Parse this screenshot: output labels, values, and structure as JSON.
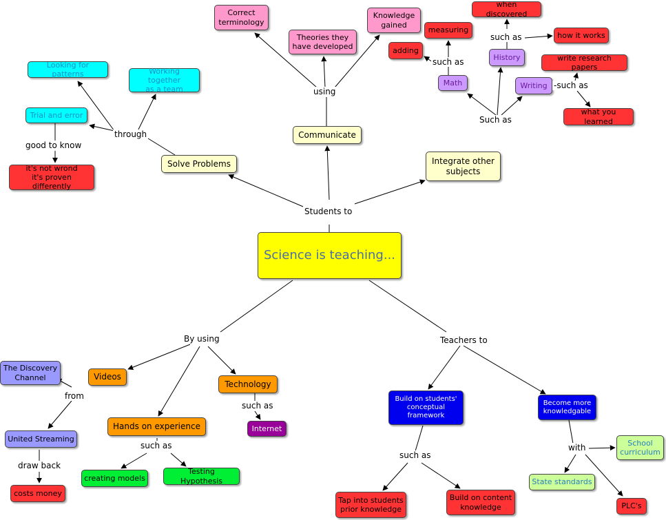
{
  "colors": {
    "center": "#ffff00",
    "center_text": "#4a6fa5",
    "branch": "#ffffcc",
    "cyan": "#00ffff",
    "cyan_text": "#1a8fc9",
    "red": "#ff3333",
    "pink": "#ff99cc",
    "lavender": "#cc99ff",
    "lavender_text": "#6a1b9a",
    "orange": "#ff9900",
    "periwinkle": "#9999ff",
    "green": "#00ee33",
    "purple": "#990099",
    "blue": "#0000ee",
    "lightgreen": "#ccff99",
    "lightgreen_text": "#2a7fbf"
  },
  "nodes": {
    "center": "Science is teaching...",
    "solve_problems": "Solve Problems",
    "communicate": "Communicate",
    "integrate": "Integrate other\nsubjects",
    "looking_patterns": "Looking for patterns",
    "working_together": "Working together\nas a team",
    "trial_error": "Trial and error",
    "not_wrong": "it's not wrond\nit's proven differently",
    "correct_terminology": "Correct\nterminology",
    "theories": "Theories they\nhave developed",
    "knowledge_gained": "Knowledge\ngained",
    "when_discovered": "when discovered",
    "measuring": "measuring",
    "adding": "adding",
    "history": "History",
    "how_it_works": "how it works",
    "math": "Math",
    "writing": "Writing",
    "research_papers": "write research papers",
    "what_learned": "what you learned",
    "discovery_channel": "The Discovery\nChannel",
    "videos": "Videos",
    "united_streaming": "United Streaming",
    "costs_money": "costs money",
    "hands_on": "Hands on experience",
    "creating_models": "creating models",
    "testing_hypothesis": "Testing Hypothesis",
    "technology": "Technology",
    "internet": "Internet",
    "build_conceptual": "Build on  students'\nconceptual\nframework",
    "become_knowledgable": "Become more\nknowledgable",
    "school_curriculum": "School\ncurriculum",
    "state_standards": "State standards",
    "plcs": "PLC's",
    "tap_prior": "Tap into students\nprior knowledge",
    "build_content": "Build on content\nknowledge"
  },
  "labels": {
    "students_to": "Students to",
    "through": "through",
    "good_to_know": "good to know",
    "using": "using",
    "such_as_integrate": "Such as",
    "such_as_math": "such as",
    "such_as_history": "such as",
    "such_as_writing": "-such as",
    "by_using": "By using",
    "from": "from",
    "draw_back": "draw back",
    "such_as_hands": "such as",
    "such_as_tech": "such as",
    "teachers_to": "Teachers to",
    "such_as_build": "such as",
    "with": "with"
  }
}
